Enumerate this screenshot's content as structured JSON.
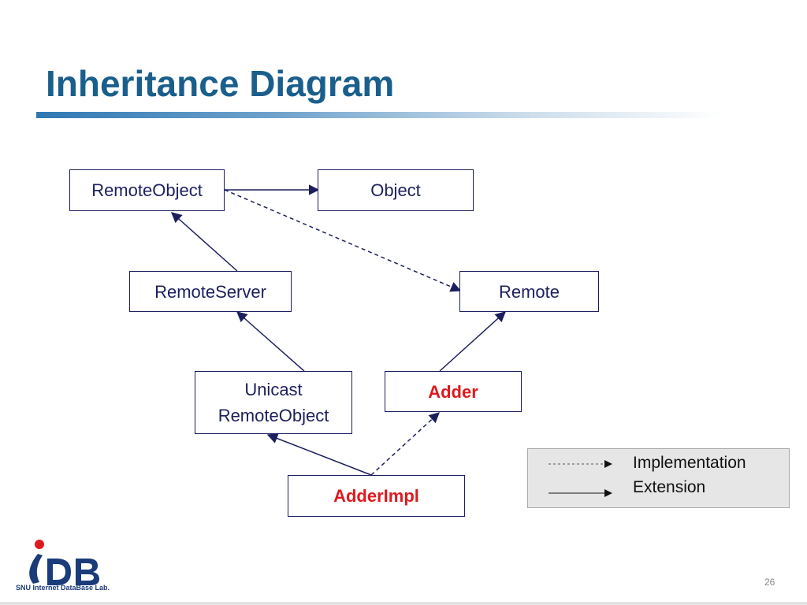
{
  "slide": {
    "title": "Inheritance Diagram",
    "page_number": "26"
  },
  "nodes": {
    "remote_object": "RemoteObject",
    "object": "Object",
    "remote_server": "RemoteServer",
    "remote": "Remote",
    "unicast_remote_object": "Unicast\nRemoteObject",
    "adder": "Adder",
    "adder_impl": "AdderImpl"
  },
  "edges": [
    {
      "from": "RemoteObject",
      "to": "Object",
      "type": "extension"
    },
    {
      "from": "RemoteObject",
      "to": "Remote",
      "type": "implementation"
    },
    {
      "from": "RemoteServer",
      "to": "RemoteObject",
      "type": "extension"
    },
    {
      "from": "Unicast RemoteObject",
      "to": "RemoteServer",
      "type": "extension"
    },
    {
      "from": "Adder",
      "to": "Remote",
      "type": "extension"
    },
    {
      "from": "AdderImpl",
      "to": "Unicast RemoteObject",
      "type": "extension"
    },
    {
      "from": "AdderImpl",
      "to": "Adder",
      "type": "implementation"
    }
  ],
  "legend": {
    "implementation_label": "Implementation",
    "extension_label": "Extension"
  },
  "logo": {
    "text": "iDB",
    "caption": "SNU Internet DataBase Lab."
  },
  "colors": {
    "title": "#1a5f8c",
    "node_border": "#1c1f5e",
    "highlight": "#e0191e"
  }
}
